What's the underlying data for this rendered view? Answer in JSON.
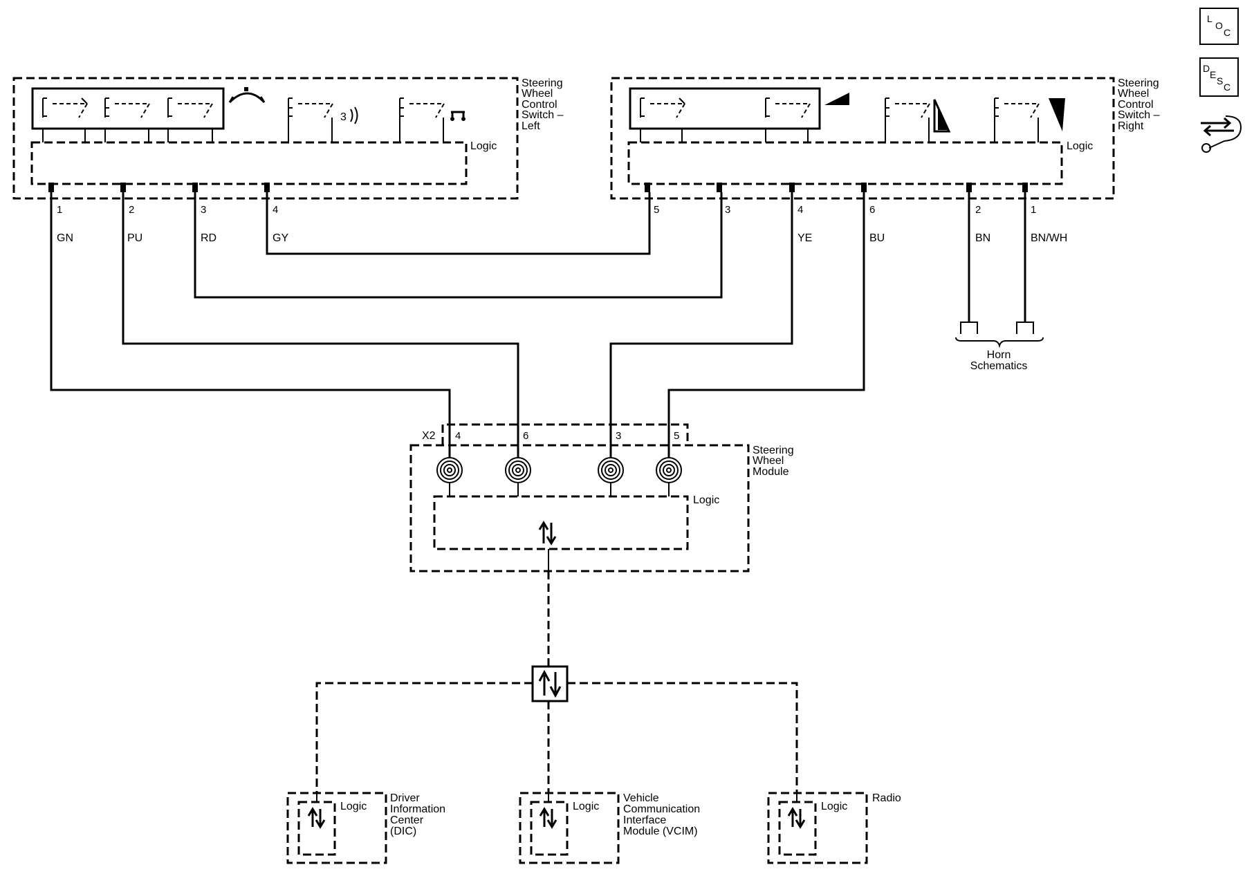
{
  "icons": {
    "loc": [
      "L",
      "O",
      "C"
    ],
    "desc": [
      "D",
      "E",
      "S",
      "C"
    ]
  },
  "switch_left": {
    "title": [
      "Steering",
      "Wheel",
      "Control",
      "Switch –",
      "Left"
    ],
    "logic": "Logic",
    "pins": [
      {
        "pin": "1",
        "color": "GN"
      },
      {
        "pin": "2",
        "color": "PU"
      },
      {
        "pin": "3",
        "color": "RD"
      },
      {
        "pin": "4",
        "color": "GY"
      }
    ]
  },
  "switch_right": {
    "title": [
      "Steering",
      "Wheel",
      "Control",
      "Switch –",
      "Right"
    ],
    "logic": "Logic",
    "pins": [
      {
        "pin": "5",
        "color": ""
      },
      {
        "pin": "3",
        "color": ""
      },
      {
        "pin": "4",
        "color": "YE"
      },
      {
        "pin": "6",
        "color": "BU"
      },
      {
        "pin": "2",
        "color": "BN"
      },
      {
        "pin": "1",
        "color": "BN/WH"
      }
    ]
  },
  "horn": {
    "label": [
      "Horn",
      "Schematics"
    ]
  },
  "steering_wheel_module": {
    "title": [
      "Steering",
      "Wheel",
      "Module"
    ],
    "connector": "X2",
    "pins": [
      "4",
      "6",
      "3",
      "5"
    ],
    "logic": "Logic"
  },
  "modules": [
    {
      "logic": "Logic",
      "title": [
        "Driver",
        "Information",
        "Center",
        "(DIC)"
      ]
    },
    {
      "logic": "Logic",
      "title": [
        "Vehicle",
        "Communication",
        "Interface",
        "Module (VCIM)"
      ]
    },
    {
      "logic": "Logic",
      "title": [
        "Radio"
      ]
    }
  ]
}
